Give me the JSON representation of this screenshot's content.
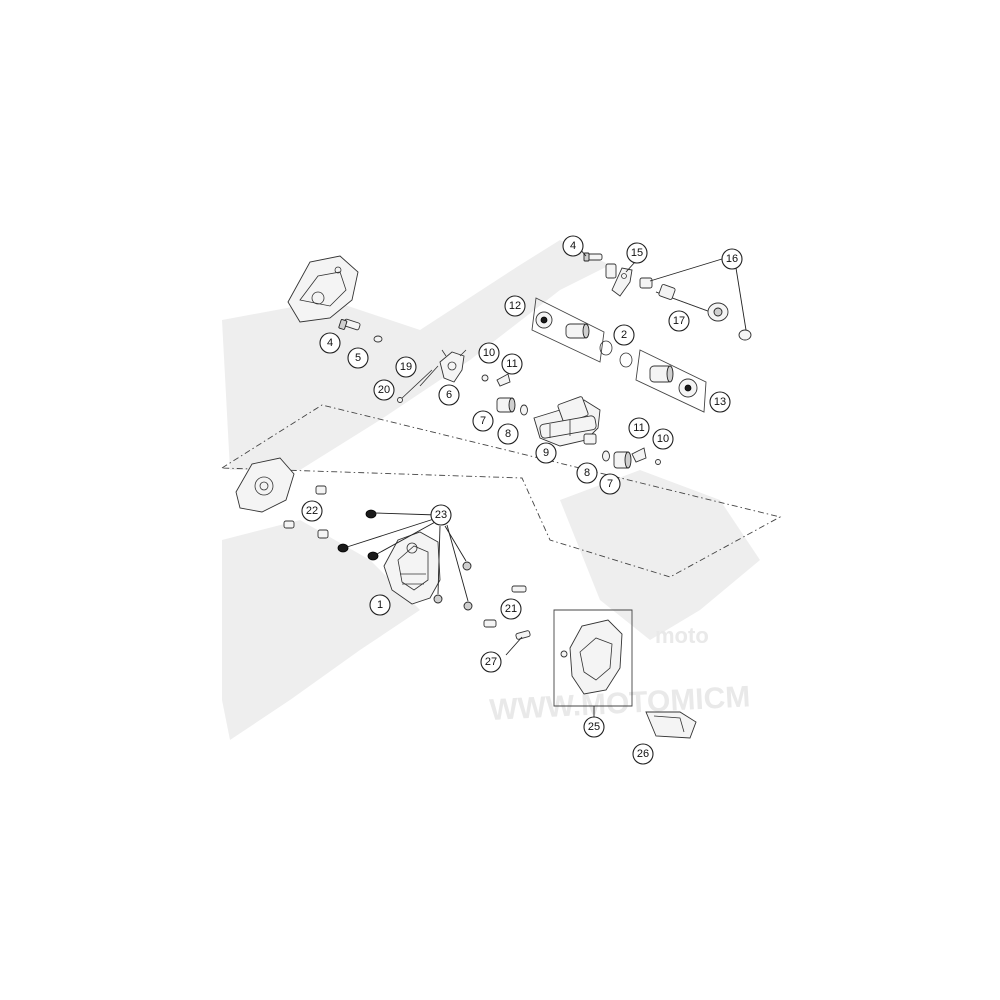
{
  "diagram": {
    "watermark": {
      "brand": "moto",
      "url": "WWW.MOTOMICM"
    },
    "callouts": [
      {
        "label": "1"
      },
      {
        "label": "2"
      },
      {
        "label": "4"
      },
      {
        "label": "4"
      },
      {
        "label": "5"
      },
      {
        "label": "6"
      },
      {
        "label": "7"
      },
      {
        "label": "7"
      },
      {
        "label": "8"
      },
      {
        "label": "8"
      },
      {
        "label": "9"
      },
      {
        "label": "10"
      },
      {
        "label": "10"
      },
      {
        "label": "11"
      },
      {
        "label": "11"
      },
      {
        "label": "12"
      },
      {
        "label": "13"
      },
      {
        "label": "15"
      },
      {
        "label": "16"
      },
      {
        "label": "17"
      },
      {
        "label": "19"
      },
      {
        "label": "20"
      },
      {
        "label": "21"
      },
      {
        "label": "22"
      },
      {
        "label": "23"
      },
      {
        "label": "25"
      },
      {
        "label": "26"
      },
      {
        "label": "27"
      }
    ]
  }
}
